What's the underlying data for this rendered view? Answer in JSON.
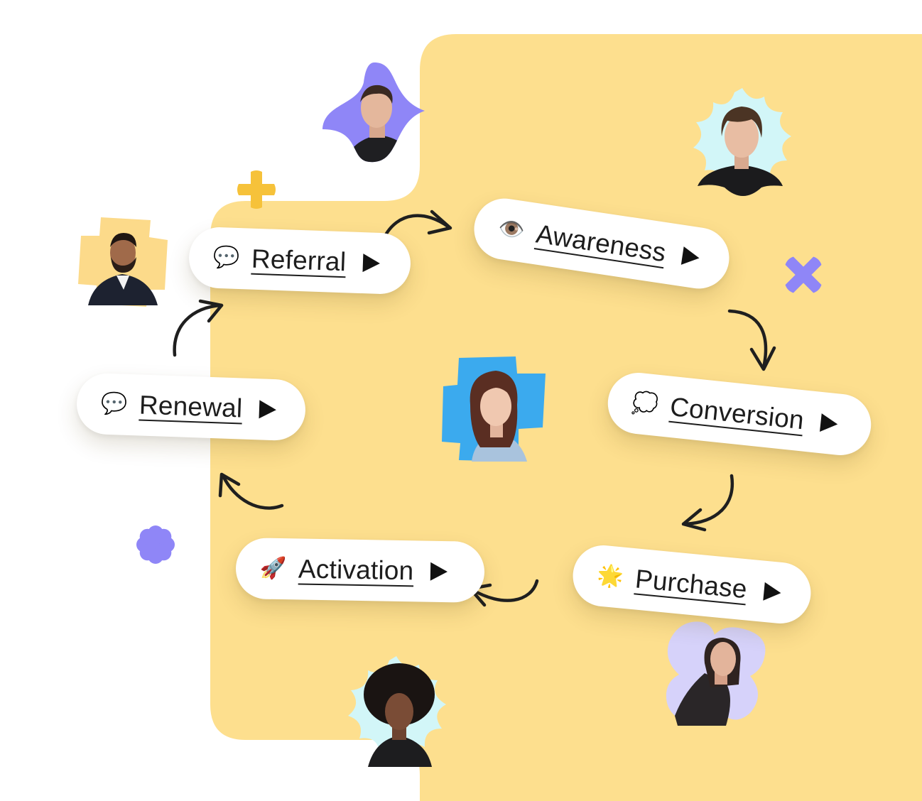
{
  "colors": {
    "background_yellow": "#FDDF8E",
    "pill_bg": "#FFFFFF",
    "text": "#1D1D1D",
    "arrow": "#1F1F1F",
    "purple": "#8F86F7",
    "yellow_deco": "#F6C23A",
    "light_cyan": "#D2F6F8",
    "light_lavender": "#D6D2FA",
    "sky_blue": "#3BAAEE",
    "pale_yellow": "#FCDA8A"
  },
  "stages": [
    {
      "id": "referral",
      "label": "Referral",
      "icon": "speech-bubble-icon",
      "emoji": "💬"
    },
    {
      "id": "awareness",
      "label": "Awareness",
      "icon": "eye-in-speech-bubble-icon",
      "emoji": "👁️"
    },
    {
      "id": "conversion",
      "label": "Conversion",
      "icon": "thought-bubble-icon",
      "emoji": "💭"
    },
    {
      "id": "purchase",
      "label": "Purchase",
      "icon": "glowing-star-icon",
      "emoji": "🌟"
    },
    {
      "id": "activation",
      "label": "Activation",
      "icon": "rocket-icon",
      "emoji": "🚀"
    },
    {
      "id": "renewal",
      "label": "Renewal",
      "icon": "speech-bubble-icon",
      "emoji": "💬"
    }
  ],
  "cycle_order": [
    "referral",
    "awareness",
    "conversion",
    "purchase",
    "activation",
    "renewal"
  ],
  "avatars": [
    {
      "id": "man-purple-star",
      "shape": "four-point-star",
      "bg": "#8F86F7"
    },
    {
      "id": "man-cyan-flower",
      "shape": "eight-petal-flower",
      "bg": "#D2F6F8"
    },
    {
      "id": "man-yellow-cross",
      "shape": "cross",
      "bg": "#FCDA8A"
    },
    {
      "id": "woman-blue-cross",
      "shape": "cross",
      "bg": "#3BAAEE"
    },
    {
      "id": "woman-lavender-blob",
      "shape": "four-lobe",
      "bg": "#D6D2FA"
    },
    {
      "id": "woman-cyan-flower",
      "shape": "eight-petal-flower",
      "bg": "#D2F6F8"
    }
  ],
  "decorations": [
    "yellow-plus-icon",
    "purple-x-icon",
    "purple-flower-icon"
  ]
}
